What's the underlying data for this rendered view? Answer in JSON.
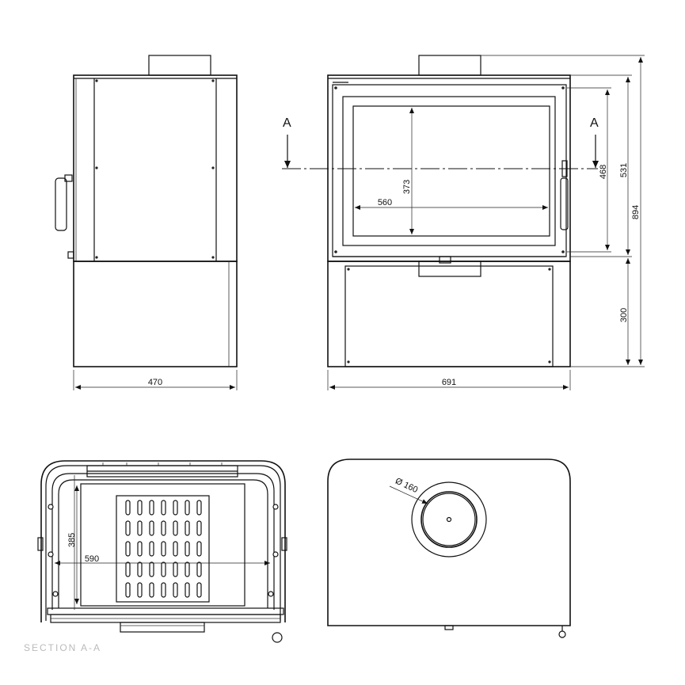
{
  "section_marker": "A",
  "dimensions": {
    "side_depth": "470",
    "front_width": "691",
    "total_height": "894",
    "to_base_top": "531",
    "glass_top": "468",
    "base_height": "300",
    "glass_width": "560",
    "glass_height": "373",
    "section_width": "590",
    "section_depth": "385",
    "flue_diameter": "Ø 160"
  },
  "section_caption": "SECTION A-A"
}
